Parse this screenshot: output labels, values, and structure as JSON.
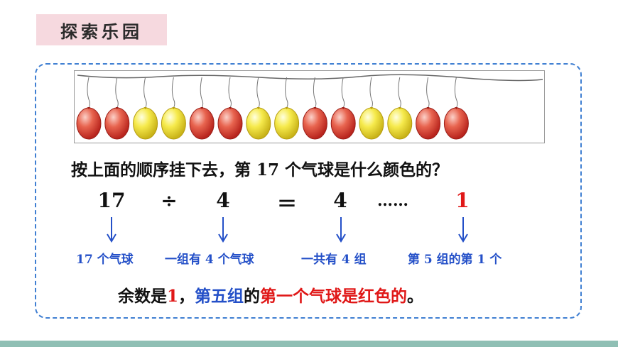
{
  "section_title": "探索乐园",
  "balloons": {
    "colors": [
      "red",
      "red",
      "yellow",
      "yellow",
      "red",
      "red",
      "yellow",
      "yellow",
      "red",
      "red",
      "yellow",
      "yellow",
      "red",
      "red"
    ],
    "palette": {
      "red": "#e2564a",
      "yellow": "#f4e64a"
    }
  },
  "question": "按上面的顺序挂下去，第 17 个气球是什么颜色的？",
  "equation": {
    "dividend": "17",
    "divide_sign": "÷",
    "divisor": "4",
    "equals_sign": "＝",
    "quotient": "4",
    "ellipsis": "……",
    "remainder": "1"
  },
  "captions": {
    "dividend": "17 个气球",
    "divisor": "一组有 4 个气球",
    "quotient": "一共有 4 组",
    "remainder": "第 5 组的第 1 个"
  },
  "conclusion": {
    "part1": "余数是",
    "remainder": "1",
    "part2": "，",
    "group": "第五组",
    "part3": "的",
    "answer": "第一个气球是红色的",
    "end": "。"
  },
  "colors": {
    "accent_red": "#e01818",
    "accent_blue": "#2450c8",
    "frame": "#3f7fd2",
    "tag_bg": "#f6d9df",
    "bottom_bar": "#8fbfb4"
  }
}
